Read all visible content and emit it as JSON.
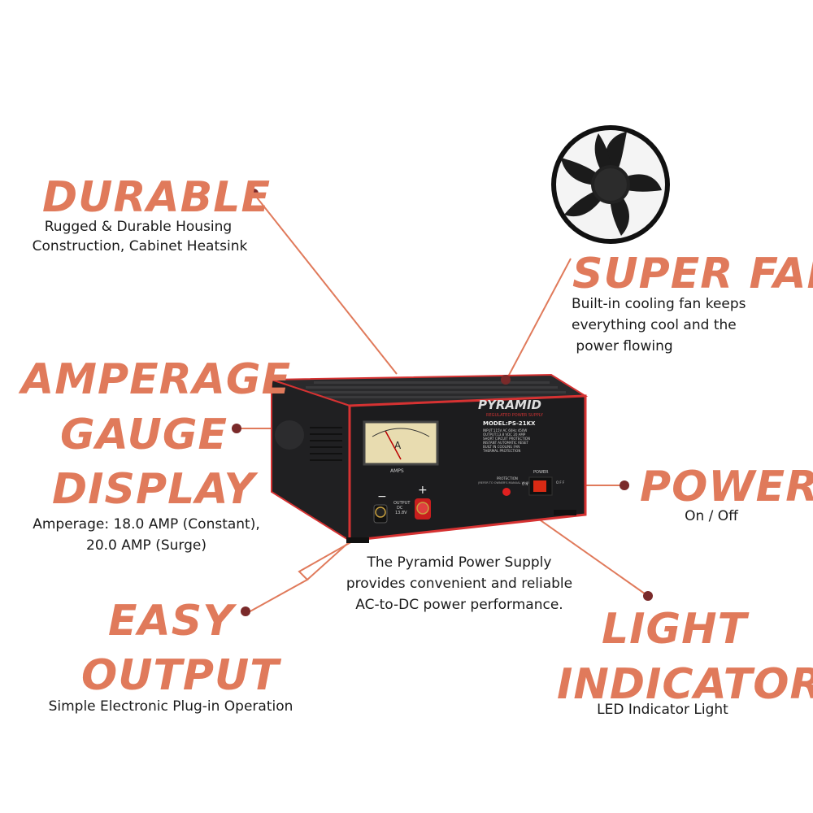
{
  "features": {
    "durable": {
      "title": "DURABLE",
      "desc": [
        "Rugged & Durable Housing",
        "Construction, Cabinet Heatsink"
      ]
    },
    "super_fan": {
      "title": "SUPER FAN",
      "desc": [
        "Built-in cooling fan keeps",
        "everything cool and the",
        " power flowing"
      ]
    },
    "amperage": {
      "title": [
        "AMPERAGE",
        "GAUGE",
        "DISPLAY"
      ],
      "desc": [
        "Amperage: 18.0 AMP (Constant),",
        "20.0 AMP (Surge)"
      ]
    },
    "power": {
      "title": "POWER",
      "desc": "On / Off"
    },
    "easy_output": {
      "title": [
        "EASY",
        "OUTPUT"
      ],
      "desc": "Simple Electronic Plug-in Operation"
    },
    "light_indicator": {
      "title": [
        "LIGHT",
        "INDICATOR"
      ],
      "desc": "LED Indicator Light"
    }
  },
  "center_text": [
    "The Pyramid Power Supply",
    "provides convenient and reliable",
    "AC-to-DC power performance."
  ],
  "device": {
    "brand": "PYRAMID",
    "brand_sub": "REGULATED POWER SUPPLY",
    "model": "MODEL:PS-21KX",
    "spec_lines": [
      "INPUT:115V AC 60Hz 450W",
      "OUTPUT:13.8 VDC 20 AMP",
      "SHORT CIRCUIT PROTECTION",
      "INSTANT AUTOMATIC RESET",
      "BUILT IN COOLING FAN",
      "THERMAL PROTECTION"
    ],
    "meter_unit": "A",
    "meter_caption": "AMPS",
    "output_label": "OUTPUT",
    "output_dc": "DC",
    "output_volt": "13.8V",
    "minus": "−",
    "plus": "+",
    "protection_label": "PROTECTION",
    "protection_note": "(REFER TO OWNER'S MANUAL WHEN LIT)",
    "power_label": "POWER",
    "switch_on": "O N",
    "switch_off": "O F F"
  },
  "colors": {
    "accent": "#e07a5b",
    "line": "#e07a5b",
    "dot": "#7a2a2a",
    "housing": "#1c1c1e",
    "trim": "#d63232"
  }
}
